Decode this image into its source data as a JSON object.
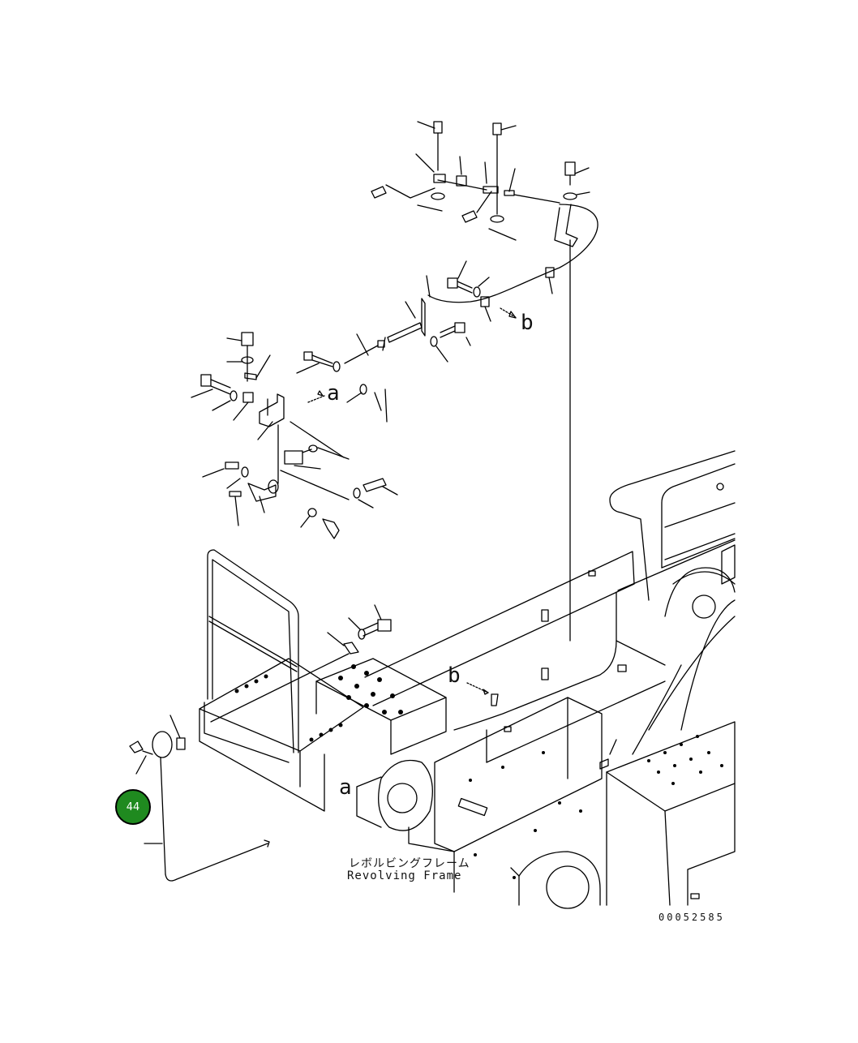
{
  "labels": {
    "ref_a_upper": "a",
    "ref_b_upper": "b",
    "ref_b_lower": "b",
    "ref_a_lower": "a",
    "caption_jp": "レボルビングフレーム",
    "caption_en": "Revolving Frame",
    "drawing_number": "00052585"
  },
  "callout": {
    "number": "44",
    "color": "#1f8a1f"
  },
  "colors": {
    "line": "#000000",
    "background": "#ffffff"
  }
}
